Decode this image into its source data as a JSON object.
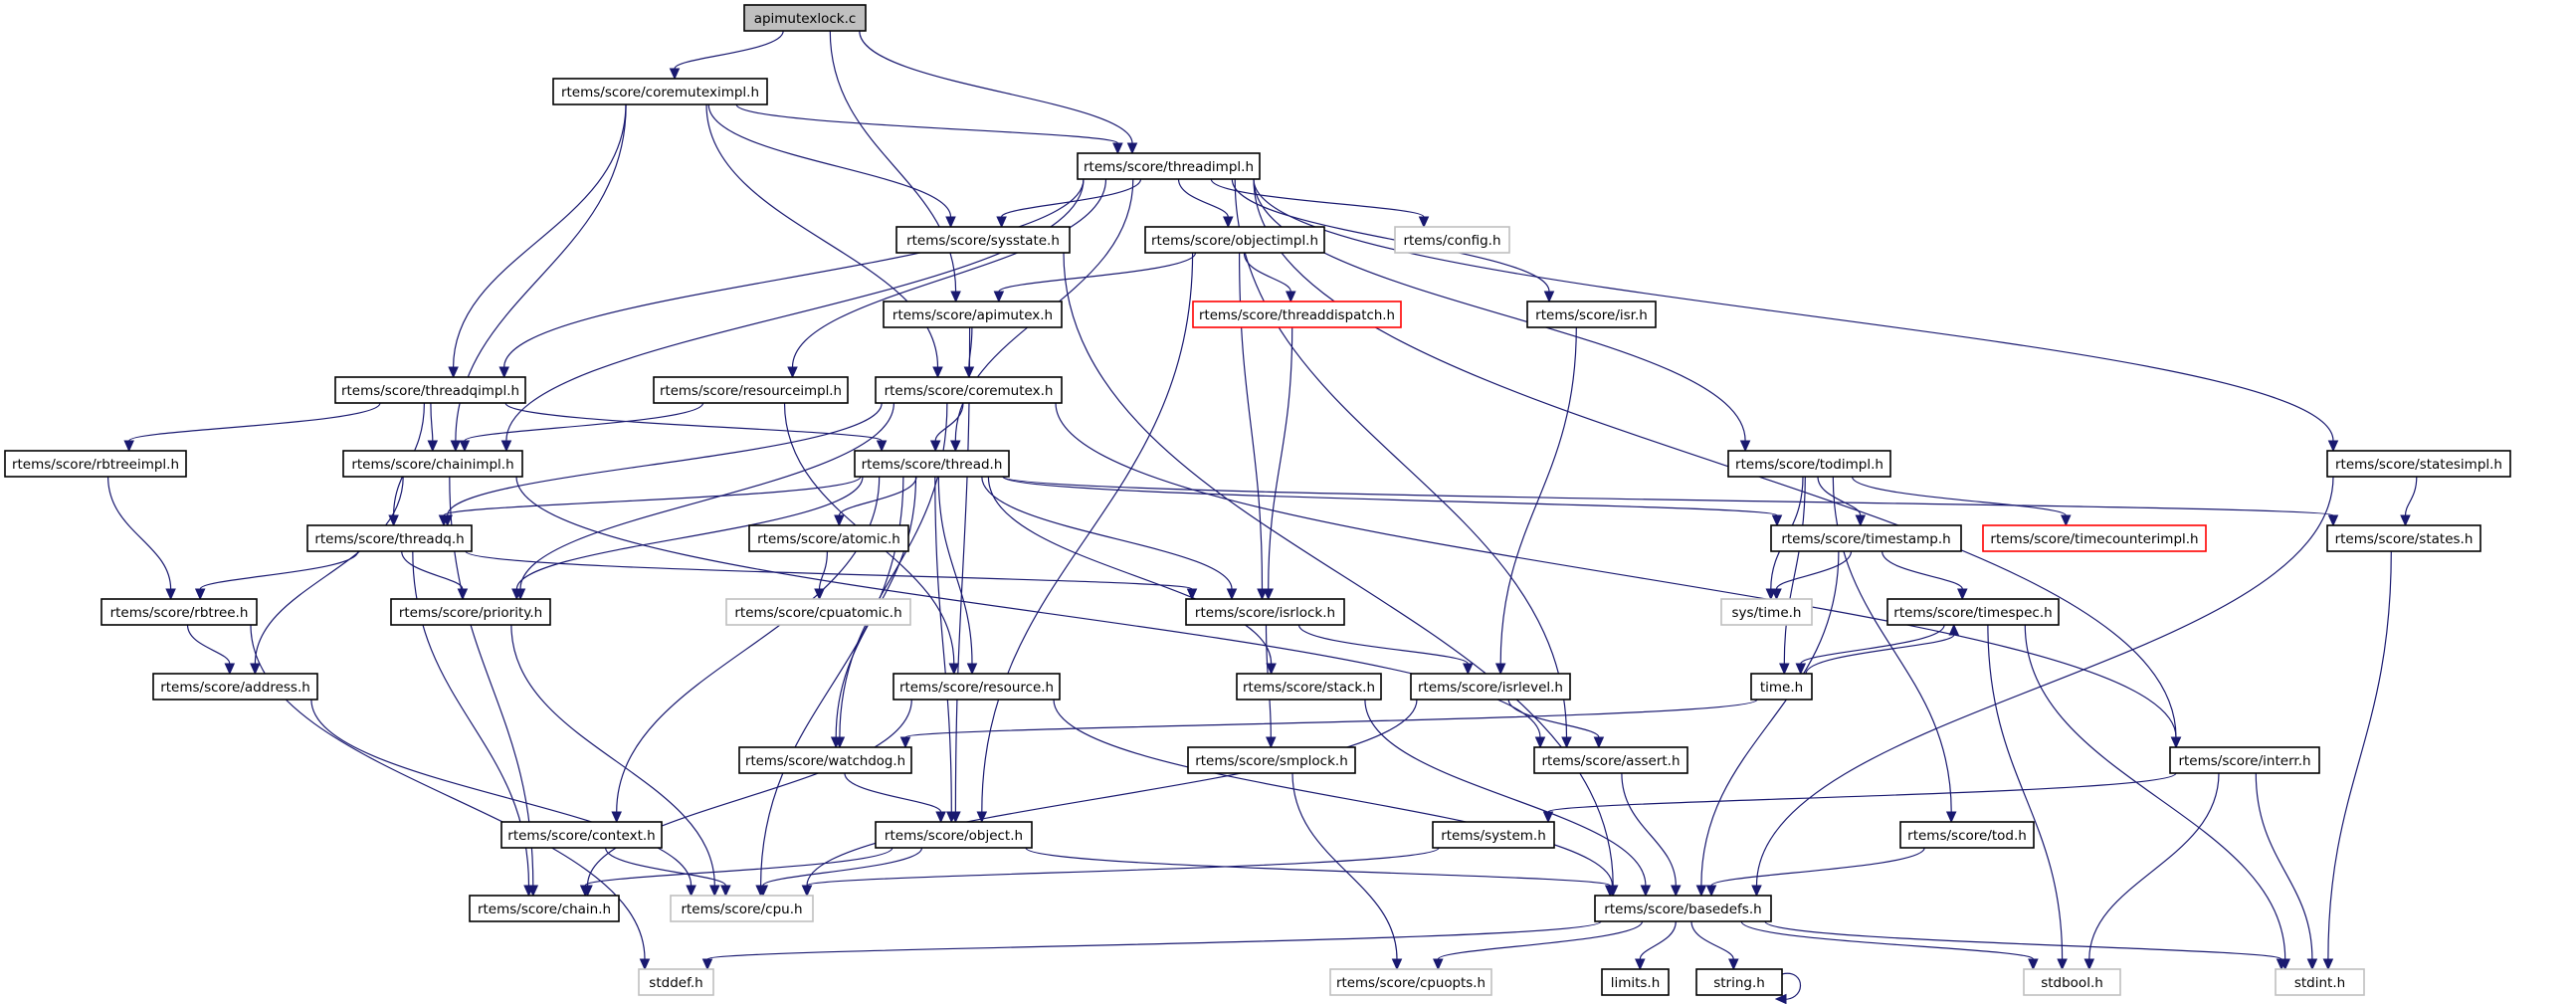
{
  "title": "apimutexlock.c include dependency graph",
  "colors": {
    "edge": "#191970",
    "root_fill": "#bfbfbf",
    "node_border": "#000000",
    "external_border": "#bfbfbf",
    "external_text": "#000000",
    "truncated_border": "#ff0000"
  },
  "nodes": [
    {
      "id": "apimutexlock.c",
      "label": "apimutexlock.c",
      "kind": "root"
    },
    {
      "id": "coremuteximpl.h",
      "label": "rtems/score/coremuteximpl.h",
      "kind": "normal"
    },
    {
      "id": "threadimpl.h",
      "label": "rtems/score/threadimpl.h",
      "kind": "normal"
    },
    {
      "id": "sysstate.h",
      "label": "rtems/score/sysstate.h",
      "kind": "normal"
    },
    {
      "id": "objectimpl.h",
      "label": "rtems/score/objectimpl.h",
      "kind": "normal"
    },
    {
      "id": "config.h",
      "label": "rtems/config.h",
      "kind": "external"
    },
    {
      "id": "apimutex.h",
      "label": "rtems/score/apimutex.h",
      "kind": "normal"
    },
    {
      "id": "threaddispatch.h",
      "label": "rtems/score/threaddispatch.h",
      "kind": "truncated"
    },
    {
      "id": "isr.h",
      "label": "rtems/score/isr.h",
      "kind": "normal"
    },
    {
      "id": "threadqimpl.h",
      "label": "rtems/score/threadqimpl.h",
      "kind": "normal"
    },
    {
      "id": "resourceimpl.h",
      "label": "rtems/score/resourceimpl.h",
      "kind": "normal"
    },
    {
      "id": "coremutex.h",
      "label": "rtems/score/coremutex.h",
      "kind": "normal"
    },
    {
      "id": "rbtreeimpl.h",
      "label": "rtems/score/rbtreeimpl.h",
      "kind": "normal"
    },
    {
      "id": "chainimpl.h",
      "label": "rtems/score/chainimpl.h",
      "kind": "normal"
    },
    {
      "id": "thread.h",
      "label": "rtems/score/thread.h",
      "kind": "normal"
    },
    {
      "id": "todimpl.h",
      "label": "rtems/score/todimpl.h",
      "kind": "normal"
    },
    {
      "id": "statesimpl.h",
      "label": "rtems/score/statesimpl.h",
      "kind": "normal"
    },
    {
      "id": "threadq.h",
      "label": "rtems/score/threadq.h",
      "kind": "normal"
    },
    {
      "id": "atomic.h",
      "label": "rtems/score/atomic.h",
      "kind": "normal"
    },
    {
      "id": "timestamp.h",
      "label": "rtems/score/timestamp.h",
      "kind": "normal"
    },
    {
      "id": "timecounterimpl.h",
      "label": "rtems/score/timecounterimpl.h",
      "kind": "truncated"
    },
    {
      "id": "states.h",
      "label": "rtems/score/states.h",
      "kind": "normal"
    },
    {
      "id": "rbtree.h",
      "label": "rtems/score/rbtree.h",
      "kind": "normal"
    },
    {
      "id": "priority.h",
      "label": "rtems/score/priority.h",
      "kind": "normal"
    },
    {
      "id": "cpuatomic.h",
      "label": "rtems/score/cpuatomic.h",
      "kind": "external"
    },
    {
      "id": "isrlock.h",
      "label": "rtems/score/isrlock.h",
      "kind": "normal"
    },
    {
      "id": "sys/time.h",
      "label": "sys/time.h",
      "kind": "external"
    },
    {
      "id": "timespec.h",
      "label": "rtems/score/timespec.h",
      "kind": "normal"
    },
    {
      "id": "address.h",
      "label": "rtems/score/address.h",
      "kind": "normal"
    },
    {
      "id": "resource.h",
      "label": "rtems/score/resource.h",
      "kind": "normal"
    },
    {
      "id": "stack.h",
      "label": "rtems/score/stack.h",
      "kind": "normal"
    },
    {
      "id": "isrlevel.h",
      "label": "rtems/score/isrlevel.h",
      "kind": "normal"
    },
    {
      "id": "time.h",
      "label": "time.h",
      "kind": "normal"
    },
    {
      "id": "watchdog.h",
      "label": "rtems/score/watchdog.h",
      "kind": "normal"
    },
    {
      "id": "smplock.h",
      "label": "rtems/score/smplock.h",
      "kind": "normal"
    },
    {
      "id": "assert.h",
      "label": "rtems/score/assert.h",
      "kind": "normal"
    },
    {
      "id": "interr.h",
      "label": "rtems/score/interr.h",
      "kind": "normal"
    },
    {
      "id": "context.h",
      "label": "rtems/score/context.h",
      "kind": "normal"
    },
    {
      "id": "object.h",
      "label": "rtems/score/object.h",
      "kind": "normal"
    },
    {
      "id": "system.h",
      "label": "rtems/system.h",
      "kind": "normal"
    },
    {
      "id": "tod.h",
      "label": "rtems/score/tod.h",
      "kind": "normal"
    },
    {
      "id": "chain.h",
      "label": "rtems/score/chain.h",
      "kind": "normal"
    },
    {
      "id": "cpu.h",
      "label": "rtems/score/cpu.h",
      "kind": "external"
    },
    {
      "id": "basedefs.h",
      "label": "rtems/score/basedefs.h",
      "kind": "normal"
    },
    {
      "id": "stddef.h",
      "label": "stddef.h",
      "kind": "external"
    },
    {
      "id": "cpuopts.h",
      "label": "rtems/score/cpuopts.h",
      "kind": "external"
    },
    {
      "id": "limits.h",
      "label": "limits.h",
      "kind": "normal"
    },
    {
      "id": "string.h",
      "label": "string.h",
      "kind": "normal"
    },
    {
      "id": "stdbool.h",
      "label": "stdbool.h",
      "kind": "external"
    },
    {
      "id": "stdint.h",
      "label": "stdint.h",
      "kind": "external"
    }
  ],
  "edges": [
    [
      "apimutexlock.c",
      "coremuteximpl.h"
    ],
    [
      "apimutexlock.c",
      "threadimpl.h"
    ],
    [
      "apimutexlock.c",
      "apimutex.h"
    ],
    [
      "coremuteximpl.h",
      "threadimpl.h"
    ],
    [
      "coremuteximpl.h",
      "sysstate.h"
    ],
    [
      "coremuteximpl.h",
      "threadqimpl.h"
    ],
    [
      "coremuteximpl.h",
      "chainimpl.h"
    ],
    [
      "coremuteximpl.h",
      "coremutex.h"
    ],
    [
      "threadimpl.h",
      "threadqimpl.h"
    ],
    [
      "threadimpl.h",
      "chainimpl.h"
    ],
    [
      "threadimpl.h",
      "sysstate.h"
    ],
    [
      "threadimpl.h",
      "objectimpl.h"
    ],
    [
      "threadimpl.h",
      "config.h"
    ],
    [
      "threadimpl.h",
      "resourceimpl.h"
    ],
    [
      "threadimpl.h",
      "thread.h"
    ],
    [
      "threadimpl.h",
      "isr.h"
    ],
    [
      "threadimpl.h",
      "assert.h"
    ],
    [
      "threadimpl.h",
      "todimpl.h"
    ],
    [
      "threadimpl.h",
      "statesimpl.h"
    ],
    [
      "threadimpl.h",
      "interr.h"
    ],
    [
      "sysstate.h",
      "basedefs.h"
    ],
    [
      "objectimpl.h",
      "apimutex.h"
    ],
    [
      "objectimpl.h",
      "threaddispatch.h"
    ],
    [
      "objectimpl.h",
      "object.h"
    ],
    [
      "objectimpl.h",
      "isrlock.h"
    ],
    [
      "apimutex.h",
      "coremutex.h"
    ],
    [
      "apimutex.h",
      "object.h"
    ],
    [
      "threaddispatch.h",
      "isrlock.h"
    ],
    [
      "isr.h",
      "isrlevel.h"
    ],
    [
      "threadqimpl.h",
      "rbtreeimpl.h"
    ],
    [
      "threadqimpl.h",
      "chainimpl.h"
    ],
    [
      "threadqimpl.h",
      "threadq.h"
    ],
    [
      "threadqimpl.h",
      "thread.h"
    ],
    [
      "resourceimpl.h",
      "chainimpl.h"
    ],
    [
      "resourceimpl.h",
      "resource.h"
    ],
    [
      "coremutex.h",
      "thread.h"
    ],
    [
      "coremutex.h",
      "threadq.h"
    ],
    [
      "coremutex.h",
      "priority.h"
    ],
    [
      "coremutex.h",
      "watchdog.h"
    ],
    [
      "coremutex.h",
      "interr.h"
    ],
    [
      "rbtreeimpl.h",
      "rbtree.h"
    ],
    [
      "chainimpl.h",
      "chain.h"
    ],
    [
      "chainimpl.h",
      "address.h"
    ],
    [
      "chainimpl.h",
      "assert.h"
    ],
    [
      "thread.h",
      "threadq.h"
    ],
    [
      "thread.h",
      "priority.h"
    ],
    [
      "thread.h",
      "atomic.h"
    ],
    [
      "thread.h",
      "isrlock.h"
    ],
    [
      "thread.h",
      "resource.h"
    ],
    [
      "thread.h",
      "object.h"
    ],
    [
      "thread.h",
      "watchdog.h"
    ],
    [
      "thread.h",
      "context.h"
    ],
    [
      "thread.h",
      "stack.h"
    ],
    [
      "thread.h",
      "timestamp.h"
    ],
    [
      "thread.h",
      "states.h"
    ],
    [
      "thread.h",
      "cpu.h"
    ],
    [
      "todimpl.h",
      "timestamp.h"
    ],
    [
      "todimpl.h",
      "timecounterimpl.h"
    ],
    [
      "todimpl.h",
      "sys/time.h"
    ],
    [
      "todimpl.h",
      "time.h"
    ],
    [
      "todimpl.h",
      "tod.h"
    ],
    [
      "statesimpl.h",
      "states.h"
    ],
    [
      "statesimpl.h",
      "basedefs.h"
    ],
    [
      "threadq.h",
      "rbtree.h"
    ],
    [
      "threadq.h",
      "priority.h"
    ],
    [
      "threadq.h",
      "chain.h"
    ],
    [
      "threadq.h",
      "isrlock.h"
    ],
    [
      "atomic.h",
      "cpuatomic.h"
    ],
    [
      "timestamp.h",
      "sys/time.h"
    ],
    [
      "timestamp.h",
      "timespec.h"
    ],
    [
      "timestamp.h",
      "basedefs.h"
    ],
    [
      "states.h",
      "stdint.h"
    ],
    [
      "rbtree.h",
      "address.h"
    ],
    [
      "rbtree.h",
      "stddef.h"
    ],
    [
      "priority.h",
      "cpu.h"
    ],
    [
      "isrlock.h",
      "isrlevel.h"
    ],
    [
      "isrlock.h",
      "smplock.h"
    ],
    [
      "timespec.h",
      "time.h"
    ],
    [
      "timespec.h",
      "stdbool.h"
    ],
    [
      "timespec.h",
      "stdint.h"
    ],
    [
      "time.h",
      "timespec.h"
    ],
    [
      "time.h",
      "watchdog.h"
    ],
    [
      "address.h",
      "cpu.h"
    ],
    [
      "resource.h",
      "chain.h"
    ],
    [
      "resource.h",
      "basedefs.h"
    ],
    [
      "stack.h",
      "basedefs.h"
    ],
    [
      "isrlevel.h",
      "assert.h"
    ],
    [
      "isrlevel.h",
      "cpu.h"
    ],
    [
      "watchdog.h",
      "object.h"
    ],
    [
      "smplock.h",
      "cpuopts.h"
    ],
    [
      "assert.h",
      "basedefs.h"
    ],
    [
      "interr.h",
      "system.h"
    ],
    [
      "interr.h",
      "stdbool.h"
    ],
    [
      "interr.h",
      "stdint.h"
    ],
    [
      "context.h",
      "cpu.h"
    ],
    [
      "object.h",
      "chain.h"
    ],
    [
      "object.h",
      "cpu.h"
    ],
    [
      "object.h",
      "basedefs.h"
    ],
    [
      "system.h",
      "cpu.h"
    ],
    [
      "tod.h",
      "basedefs.h"
    ],
    [
      "basedefs.h",
      "stddef.h"
    ],
    [
      "basedefs.h",
      "cpuopts.h"
    ],
    [
      "basedefs.h",
      "limits.h"
    ],
    [
      "basedefs.h",
      "string.h"
    ],
    [
      "basedefs.h",
      "stdbool.h"
    ],
    [
      "basedefs.h",
      "stdint.h"
    ],
    [
      "string.h",
      "string.h"
    ]
  ]
}
